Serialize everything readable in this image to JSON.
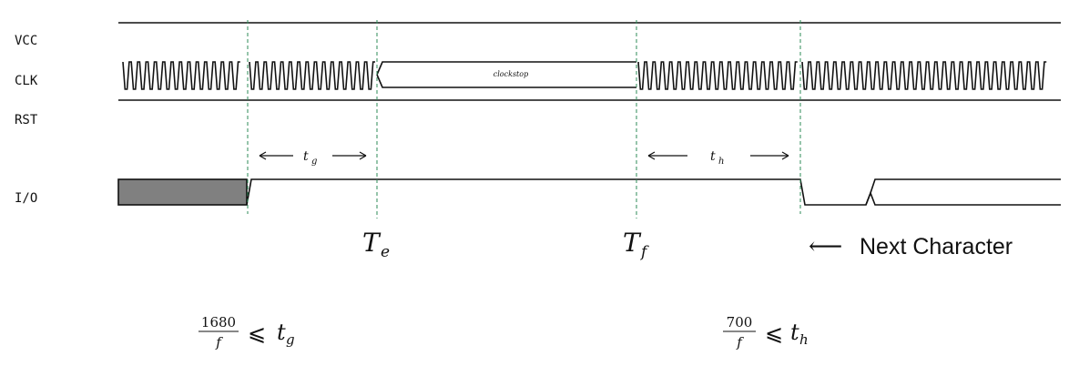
{
  "signals": {
    "vcc": "VCC",
    "clk": "CLK",
    "rst": "RST",
    "io": "I/O"
  },
  "annotations": {
    "clock_stop": "clockstop",
    "tg_sym": "t",
    "tg_sub": "g",
    "th_sym": "t",
    "th_sub": "h",
    "te_sym": "T",
    "te_sub": "e",
    "tf_sym": "T",
    "tf_sub": "f",
    "next_character": "Next Character",
    "arrow_left": "⟵"
  },
  "formulas": {
    "left": {
      "numerator": "1680",
      "denominator": "f",
      "relation": "⩽",
      "rhs": "t",
      "rhs_sub": "g"
    },
    "right": {
      "numerator": "700",
      "denominator": "f",
      "relation": "⩽",
      "rhs": "t",
      "rhs_sub": "h"
    }
  },
  "colors": {
    "line": "#111111",
    "guide": "#2e8b57",
    "io_fill": "#808080"
  }
}
